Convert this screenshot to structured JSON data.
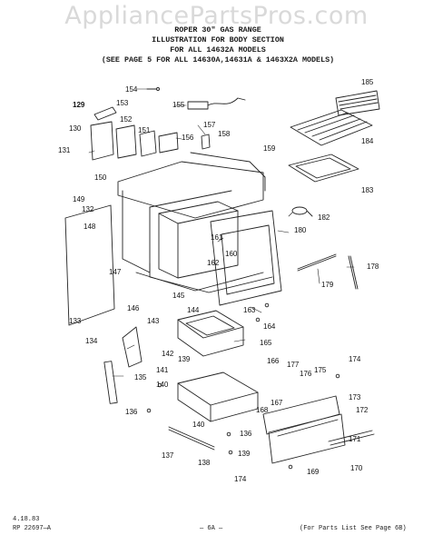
{
  "watermark": "AppliancePartsPros.com",
  "header": {
    "line1": "ROPER 30\" GAS RANGE",
    "line2": "ILLUSTRATION FOR BODY SECTION",
    "line3": "FOR ALL 14632A MODELS",
    "line4": "(SEE PAGE 5 FOR ALL 14630A,14631A & 1463X2A MODELS)"
  },
  "parts": [
    {
      "num": "154"
    },
    {
      "num": "185"
    },
    {
      "num": "129"
    },
    {
      "num": "153"
    },
    {
      "num": "155"
    },
    {
      "num": "130"
    },
    {
      "num": "152"
    },
    {
      "num": "151"
    },
    {
      "num": "157"
    },
    {
      "num": "156"
    },
    {
      "num": "158"
    },
    {
      "num": "131"
    },
    {
      "num": "184"
    },
    {
      "num": "159"
    },
    {
      "num": "150"
    },
    {
      "num": "183"
    },
    {
      "num": "149"
    },
    {
      "num": "132"
    },
    {
      "num": "182"
    },
    {
      "num": "148"
    },
    {
      "num": "161"
    },
    {
      "num": "180"
    },
    {
      "num": "160"
    },
    {
      "num": "162"
    },
    {
      "num": "147"
    },
    {
      "num": "178"
    },
    {
      "num": "179"
    },
    {
      "num": "145"
    },
    {
      "num": "146"
    },
    {
      "num": "163"
    },
    {
      "num": "143"
    },
    {
      "num": "144"
    },
    {
      "num": "133"
    },
    {
      "num": "164"
    },
    {
      "num": "134"
    },
    {
      "num": "165"
    },
    {
      "num": "142"
    },
    {
      "num": "139"
    },
    {
      "num": "166"
    },
    {
      "num": "174"
    },
    {
      "num": "141"
    },
    {
      "num": "177"
    },
    {
      "num": "176"
    },
    {
      "num": "175"
    },
    {
      "num": "135"
    },
    {
      "num": "140"
    },
    {
      "num": "173"
    },
    {
      "num": "167"
    },
    {
      "num": "172"
    },
    {
      "num": "136"
    },
    {
      "num": "168"
    },
    {
      "num": "140"
    },
    {
      "num": "136"
    },
    {
      "num": "171"
    },
    {
      "num": "137"
    },
    {
      "num": "139"
    },
    {
      "num": "138"
    },
    {
      "num": "169"
    },
    {
      "num": "170"
    },
    {
      "num": "174"
    }
  ],
  "footer": {
    "date": "4.18.83",
    "rp": "RP 22697—A",
    "page": "— 6A —",
    "note": "(For Parts List See Page 6B)"
  }
}
